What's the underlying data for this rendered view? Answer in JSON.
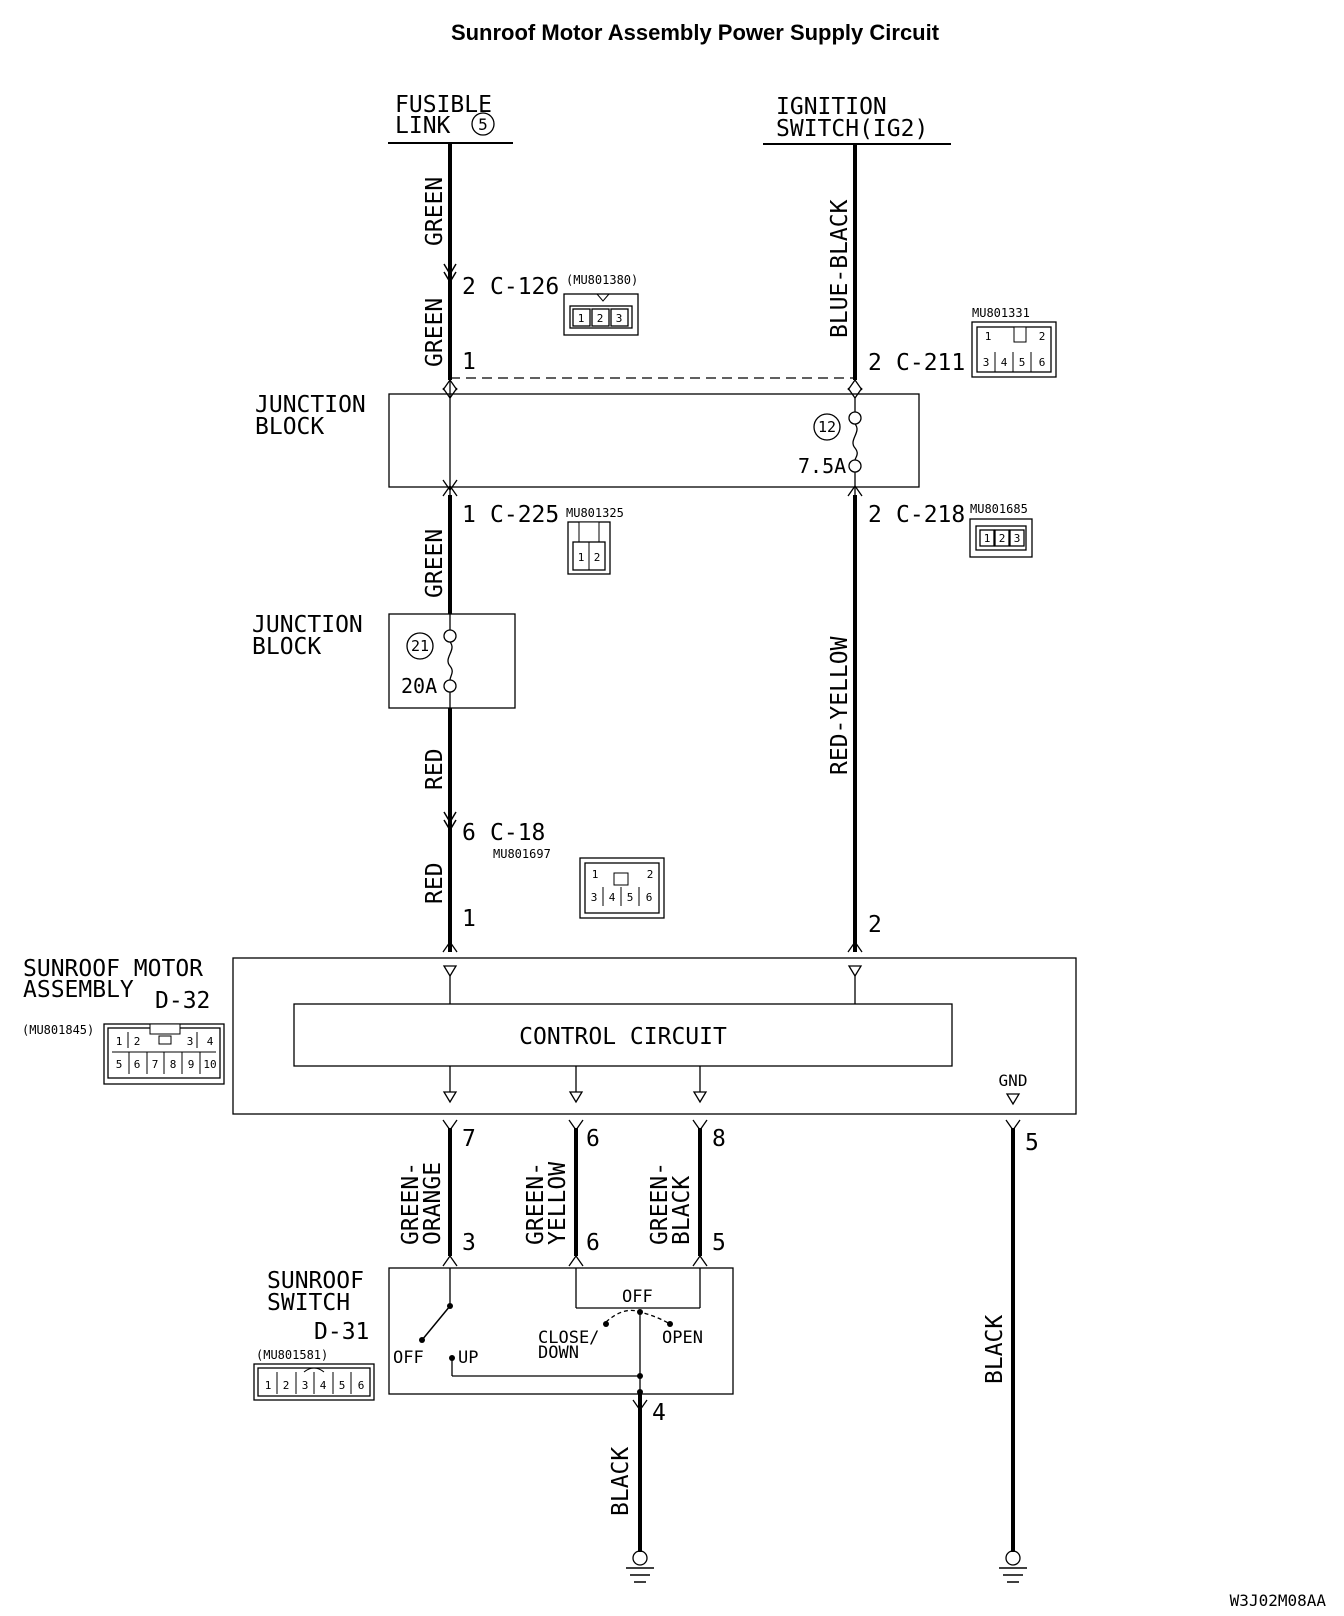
{
  "title": "Sunroof Motor Assembly Power Supply Circuit",
  "sources": {
    "fusible_link": [
      "FUSIBLE",
      "LINK"
    ],
    "fusible_link_number": "5",
    "ignition_switch": [
      "IGNITION",
      "SWITCH(IG2)"
    ]
  },
  "wire_colors": {
    "green": "GREEN",
    "blue_black": "BLUE-BLACK",
    "red": "RED",
    "red_yellow": "RED-YELLOW",
    "green_orange": [
      "GREEN-",
      "ORANGE"
    ],
    "green_yellow": [
      "GREEN-",
      "YELLOW"
    ],
    "green_black": [
      "GREEN-",
      "BLACK"
    ],
    "black": "BLACK"
  },
  "connectors": {
    "c126": {
      "pin": "2",
      "name": "C-126",
      "part": "(MU801380)",
      "pins": [
        "1",
        "2",
        "3"
      ]
    },
    "c211": {
      "pin": "2",
      "name": "C-211",
      "part": "MU801331",
      "pins": [
        "1",
        "2",
        "3",
        "4",
        "5",
        "6"
      ]
    },
    "c225": {
      "pin": "1",
      "name": "C-225",
      "part": "MU801325",
      "pins": [
        "1",
        "2"
      ]
    },
    "c218": {
      "pin": "2",
      "name": "C-218",
      "part": "MU801685",
      "pins": [
        "1",
        "2",
        "3"
      ]
    },
    "c18": {
      "pin": "6",
      "name": "C-18",
      "part": "MU801697",
      "pins": [
        "1",
        "2",
        "3",
        "4",
        "5",
        "6"
      ]
    },
    "d32": {
      "part": "(MU801845)",
      "pins": [
        "1",
        "2",
        "3",
        "4",
        "5",
        "6",
        "7",
        "8",
        "9",
        "10"
      ]
    },
    "d31": {
      "part": "(MU801581)",
      "pins": [
        "1",
        "2",
        "3",
        "4",
        "5",
        "6"
      ]
    }
  },
  "pin_numbers": {
    "jb_left_top": "1",
    "c211_side": "2",
    "motor_in_left": "1",
    "motor_in_right": "2",
    "out_7": "7",
    "out_6": "6",
    "out_8": "8",
    "gnd_5": "5",
    "sw_3": "3",
    "sw_6": "6",
    "sw_5": "5",
    "sw_4": "4"
  },
  "junction_block_1": {
    "label": [
      "JUNCTION",
      "BLOCK"
    ],
    "fuse_number": "12",
    "fuse_rating": "7.5A"
  },
  "junction_block_2": {
    "label": [
      "JUNCTION",
      "BLOCK"
    ],
    "fuse_number": "21",
    "fuse_rating": "20A"
  },
  "motor_assembly": {
    "label": [
      "SUNROOF MOTOR",
      "ASSEMBLY"
    ],
    "id": "D-32",
    "control": "CONTROL CIRCUIT",
    "gnd": "GND"
  },
  "sunroof_switch": {
    "label": [
      "SUNROOF",
      "SWITCH"
    ],
    "id": "D-31",
    "left_off": "OFF",
    "left_up": "UP",
    "right_off": "OFF",
    "close_down": [
      "CLOSE/",
      "DOWN"
    ],
    "open": "OPEN"
  },
  "figure_code": "W3J02M08AA"
}
